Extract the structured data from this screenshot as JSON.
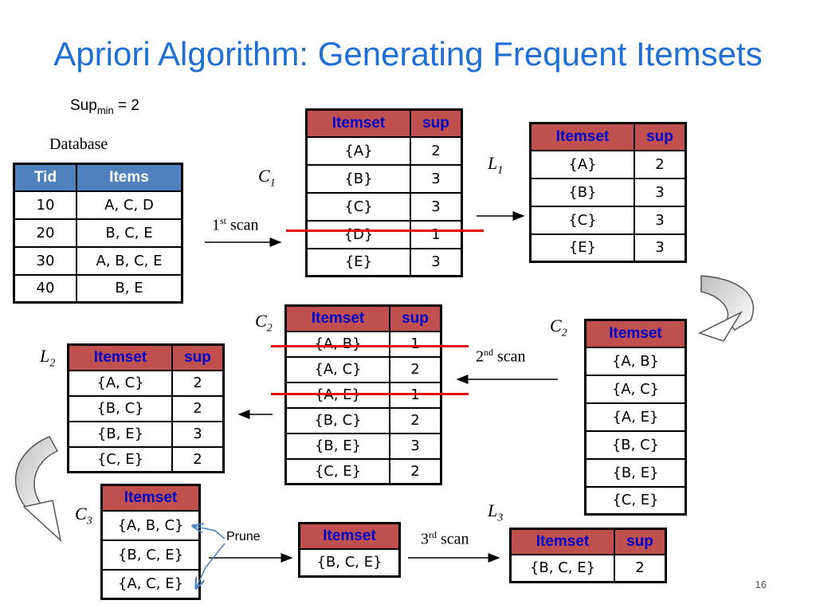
{
  "title": "Apriori Algorithm: Generating Frequent Itemsets",
  "sup_min": {
    "sup": "Sup",
    "sub": "min",
    "eq": "= 2"
  },
  "database_label": "Database",
  "database": {
    "headers": [
      "Tid",
      "Items"
    ],
    "rows": [
      [
        "10",
        "A, C, D"
      ],
      [
        "20",
        "B, C, E"
      ],
      [
        "30",
        "A, B, C, E"
      ],
      [
        "40",
        "B, E"
      ]
    ]
  },
  "scan1": {
    "num": "1",
    "sup": "st",
    "text": "scan"
  },
  "scan2": {
    "num": "2",
    "sup": "nd",
    "text": "scan"
  },
  "scan3": {
    "num": "3",
    "sup": "rd",
    "text": "scan"
  },
  "labels": {
    "c1": {
      "main": "C",
      "sub": "1"
    },
    "l1": {
      "main": "L",
      "sub": "1"
    },
    "c2a": {
      "main": "C",
      "sub": "2"
    },
    "c2b": {
      "main": "C",
      "sub": "2"
    },
    "l2": {
      "main": "L",
      "sub": "2"
    },
    "c3": {
      "main": "C",
      "sub": "3"
    },
    "l3": {
      "main": "L",
      "sub": "3"
    }
  },
  "headers": {
    "itemset": "Itemset",
    "sup": "sup"
  },
  "c1_table": [
    [
      "{A}",
      "2"
    ],
    [
      "{B}",
      "3"
    ],
    [
      "{C}",
      "3"
    ],
    [
      "{D}",
      "1"
    ],
    [
      "{E}",
      "3"
    ]
  ],
  "l1_table": [
    [
      "{A}",
      "2"
    ],
    [
      "{B}",
      "3"
    ],
    [
      "{C}",
      "3"
    ],
    [
      "{E}",
      "3"
    ]
  ],
  "c2_items": [
    "{A, B}",
    "{A, C}",
    "{A, E}",
    "{B, C}",
    "{B, E}",
    "{C, E}"
  ],
  "c2_counts": [
    [
      "{A, B}",
      "1"
    ],
    [
      "{A, C}",
      "2"
    ],
    [
      "{A, E}",
      "1"
    ],
    [
      "{B, C}",
      "2"
    ],
    [
      "{B, E}",
      "3"
    ],
    [
      "{C, E}",
      "2"
    ]
  ],
  "l2_table": [
    [
      "{A, C}",
      "2"
    ],
    [
      "{B, C}",
      "2"
    ],
    [
      "{B, E}",
      "3"
    ],
    [
      "{C, E}",
      "2"
    ]
  ],
  "c3_items": [
    "{A, B, C}",
    "{B, C, E}",
    "{A, C, E}"
  ],
  "prune_label": "Prune",
  "c3_pruned": [
    "{B, C, E}"
  ],
  "l3_table": [
    [
      "{B, C, E}",
      "2"
    ]
  ],
  "page_number": "16",
  "colors": {
    "title": "#1f6fd6",
    "header_red": "#c0504d",
    "header_blue": "#4f81bd",
    "strike": "#e30000",
    "prune_arrow": "#4f81bd"
  }
}
